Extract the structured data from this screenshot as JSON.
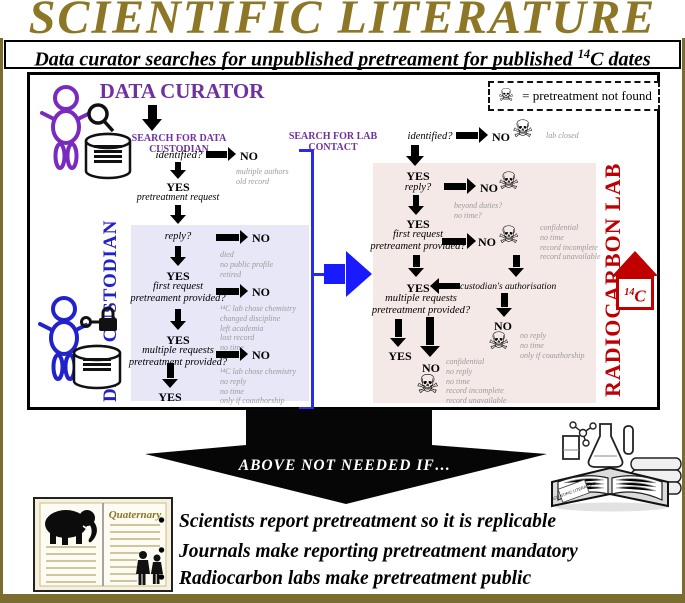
{
  "colors": {
    "gold": "#8d7625",
    "purple": "#7030a0",
    "custodian_blue": "#2222cc",
    "arrow_blue": "#1a1aff",
    "lab_red": "#c00000",
    "lavender_bg": "#e7e7f8",
    "pink_bg": "#f5e9e7",
    "note_gray": "#9b9b9b"
  },
  "header": {
    "title": "SCIENTIFIC LITERATURE",
    "subtitle_prefix": "Data curator searches for unpublished pretreament for published ",
    "subtitle_sup": "14",
    "subtitle_suffix": "C dates"
  },
  "legend": {
    "skull_glyph": "☠",
    "text": "= pretreatment not found"
  },
  "flow": {
    "curator_title": "DATA CURATOR",
    "search_custodian": "SEARCH FOR DATA CUSTODIAN",
    "search_lab": "SEARCH FOR LAB CONTACT",
    "identified": "identified?",
    "yes": "YES",
    "no": "NO",
    "pretreatment_request": "pretreatment request",
    "reply": "reply?",
    "first_request_q": "first request\npretreament provided?",
    "multiple_requests_q": "multiple requests\npretreatment provided?",
    "custodian_authorisation": "custodian's authorisation",
    "custodian_label": "DATA CUSTODIAN",
    "lab_label": "RADIOCARBON LAB",
    "c14_sup": "14",
    "c14_base": "C",
    "notes": {
      "custodian_not_identified": "multiple authors\nold record",
      "custodian_no_reply": "died\nno public profile\nretired",
      "custodian_first_request_no": "¹⁴C lab chose chemistry\nchanged discipline\nleft academia\nlost record\nno time",
      "custodian_multiple_requests_no": "¹⁴C lab chose chemistry\nno reply\nno time\nonly if coauthorship",
      "lab_not_identified": "lab closed",
      "lab_no_reply": "beyond duties?\nno time?",
      "lab_first_request_no": "confidential\nno time\nrecord incomplete\nrecord unavailable",
      "lab_authorisation_no": "no reply\nno time\nonly if coauthorship",
      "lab_multiple_requests_no": "confidential\nno reply\nno time\nrecord incomplete\nrecord unavailable"
    }
  },
  "bottom": {
    "arrow_text": "ABOVE NOT NEEDED IF…",
    "bullet_glyph": "•",
    "bullets": [
      "Scientists report pretreatment so it is replicable",
      "Journals make reporting pretreatment mandatory",
      "Radiocarbon labs make pretreatment public"
    ],
    "journal_title": "Quaternary",
    "book_label": "SCIENTIFIC LITERATURE"
  }
}
